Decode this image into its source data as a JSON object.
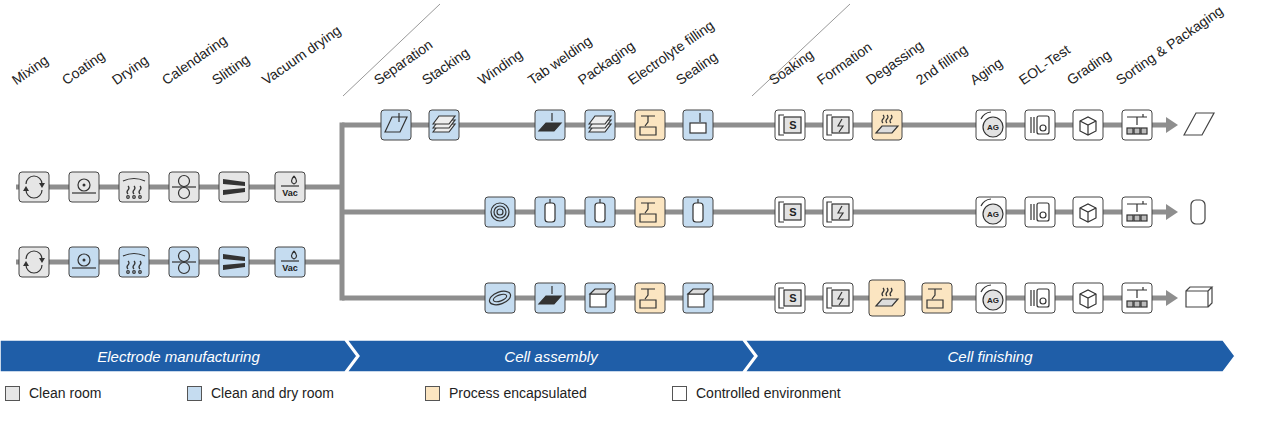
{
  "diagram": {
    "nodes": [
      {
        "text": [
          "Electrode manufacturing"
        ]
      },
      {
        "text": [
          "Cell assembly"
        ]
      },
      {
        "text": [
          "Cell finishing"
        ]
      }
    ],
    "labels": [
      "Mixing",
      "Coating",
      "Drying",
      "Calendaring",
      "Slitting",
      "Vacuum drying",
      "Separation",
      "Stacking",
      "Winding",
      "Tab welding",
      "Packaging",
      "Electrolyte filling",
      "Sealing",
      "Soaking",
      "Formation",
      "Degassing",
      "2nd filling",
      "Aging",
      "EOL-Test",
      "Grading",
      "Sorting & Packaging",
      "Vac",
      "Vac",
      "S",
      "S",
      "S",
      "AG",
      "AG",
      "AG"
    ],
    "legend": [
      {
        "text": "Clean room",
        "color": "#e6e6e6"
      },
      {
        "text": "Clean and dry room",
        "color": "#c5dcf0"
      },
      {
        "text": "Process encapsulated",
        "color": "#fbe5c1"
      },
      {
        "text": "Controlled environment",
        "color": "#ffffff"
      }
    ]
  }
}
